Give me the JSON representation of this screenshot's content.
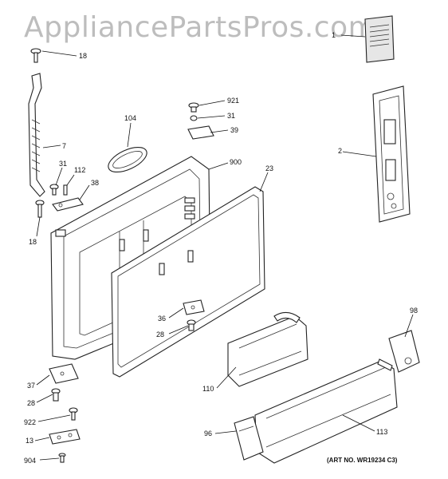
{
  "watermark": "AppliancePartsPros.com",
  "art_no": "(ART NO. WR19234 C3)",
  "callouts": {
    "c1": "1",
    "c2": "2",
    "c7": "7",
    "c13": "13",
    "c18a": "18",
    "c18b": "18",
    "c23": "23",
    "c28a": "28",
    "c28b": "28",
    "c31a": "31",
    "c31b": "31",
    "c36": "36",
    "c37": "37",
    "c38": "38",
    "c39": "39",
    "c96": "96",
    "c98": "98",
    "c104": "104",
    "c110": "110",
    "c112": "112",
    "c113": "113",
    "c900": "900",
    "c904": "904",
    "c921": "921",
    "c922": "922"
  }
}
